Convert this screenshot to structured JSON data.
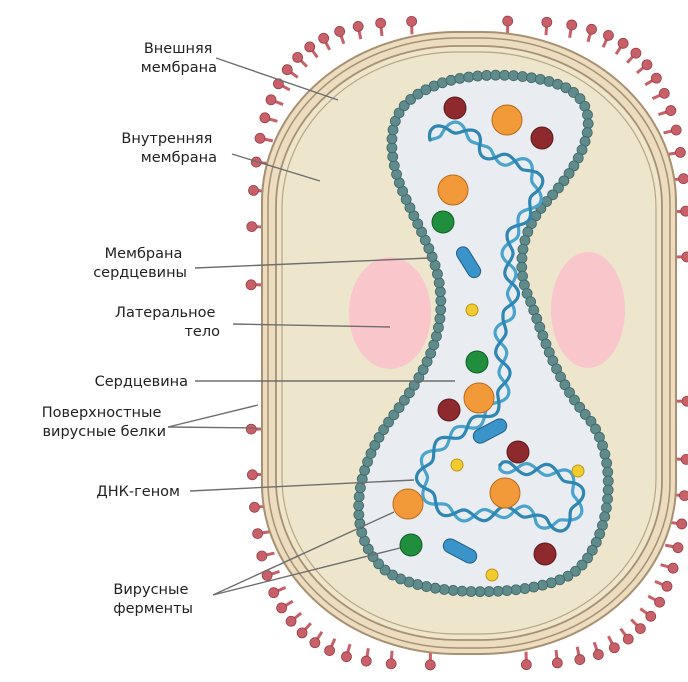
{
  "labels": {
    "outer_membrane": [
      "Внешняя",
      "мембрана"
    ],
    "inner_membrane": [
      "Внутренняя",
      "мембрана"
    ],
    "core_membrane": [
      "Мембрана",
      "сердцевины"
    ],
    "lateral_body": [
      "Латеральное",
      "тело"
    ],
    "core": [
      "Сердцевина"
    ],
    "surface_proteins": [
      "Поверхностные",
      "вирусные белки"
    ],
    "dna_genome": [
      "ДНК-геном"
    ],
    "enzymes": [
      "Вирусные",
      "ферменты"
    ]
  },
  "colors": {
    "spike": "#c8606a",
    "outer_layer": "#ecdcc0",
    "layer_line": "#a89070",
    "cytoplasm": "#ede6cc",
    "core_membrane": "#5f8b8c",
    "core_fill": "#e9edf1",
    "lateral_body": "#f8c6cb",
    "dna": "#4aa3cc",
    "enzyme_dark_red": "#8e2a2e",
    "enzyme_orange": "#f29a3a",
    "enzyme_green": "#1f8f3e",
    "enzyme_yellow": "#f2cc2e",
    "enzyme_blue": "#3a93c9"
  }
}
